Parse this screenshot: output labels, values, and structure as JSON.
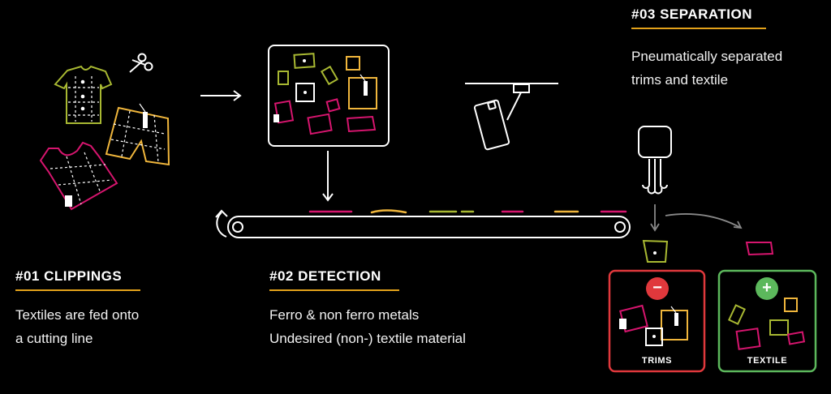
{
  "steps": [
    {
      "heading": "#01 CLIPPINGS",
      "lines": [
        "Textiles are fed onto",
        "a cutting line"
      ]
    },
    {
      "heading": "#02 DETECTION",
      "lines": [
        "Ferro & non ferro metals",
        "Undesired (non-) textile material"
      ]
    },
    {
      "heading": "#03 SEPARATION",
      "lines": [
        "Pneumatically separated",
        "trims and textile"
      ]
    }
  ],
  "bins": [
    {
      "label": "TRIMS",
      "symbol": "−",
      "color": "#e0383c",
      "icon": "minus-icon"
    },
    {
      "label": "TEXTILE",
      "symbol": "+",
      "color": "#5cb85c",
      "icon": "plus-icon"
    }
  ],
  "colors": {
    "accent": "#e3a21a",
    "magenta": "#d6156e",
    "olive": "#a8b832",
    "yellow": "#f0b63c",
    "white": "#ffffff"
  }
}
